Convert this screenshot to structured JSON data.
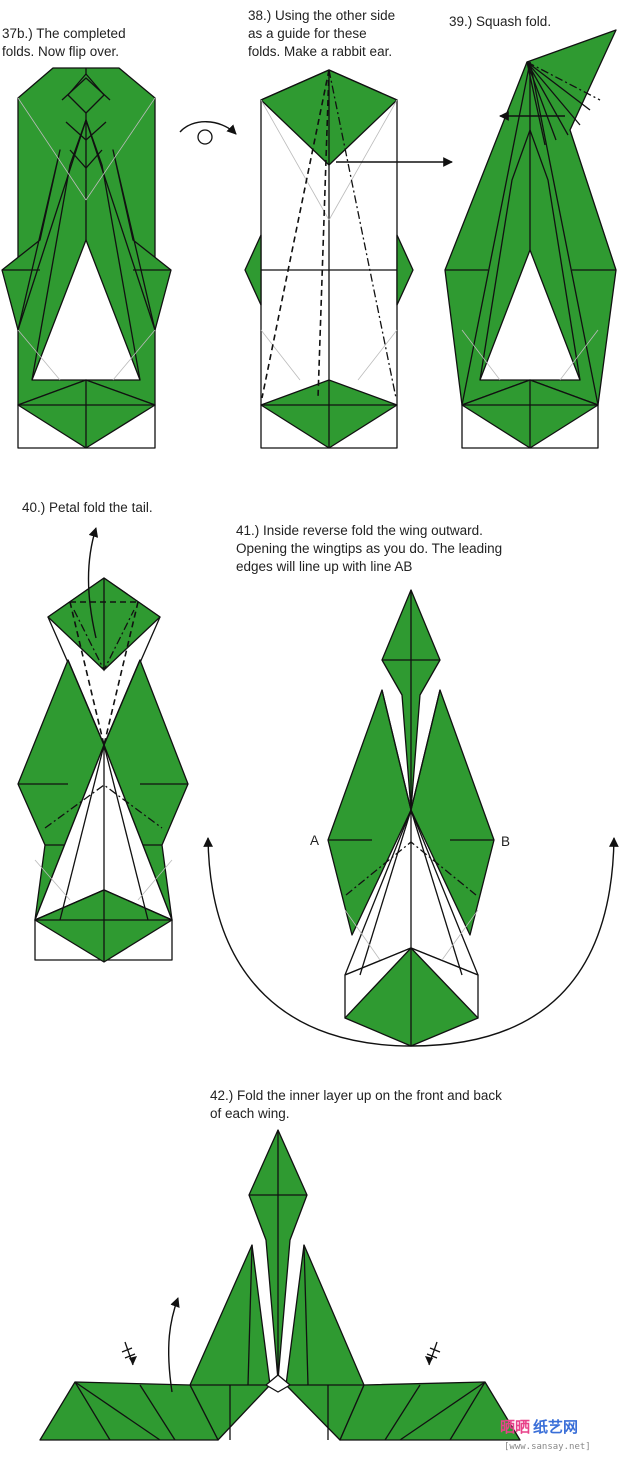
{
  "colors": {
    "paper_green": "#2f9a31",
    "outline": "#111111",
    "watermark_red": "#e8428a",
    "watermark_blue": "#3a6fd8"
  },
  "steps": [
    {
      "id": "37b",
      "caption_lines": [
        "37b.)  The completed",
        "folds.   Now flip over."
      ]
    },
    {
      "id": "38",
      "caption_lines": [
        "38.)  Using the other side",
        "as a guide for these",
        "folds.  Make a rabbit ear."
      ]
    },
    {
      "id": "39",
      "caption_lines": [
        "39.)  Squash fold."
      ]
    },
    {
      "id": "40",
      "caption_lines": [
        "40.)  Petal fold the tail."
      ]
    },
    {
      "id": "41",
      "caption_lines": [
        "41.)  Inside reverse fold the wing outward.",
        "Opening the wingtips as you do.  The leading",
        "edges will line up with line AB"
      ]
    },
    {
      "id": "42",
      "caption_lines": [
        "42.)  Fold the inner layer up on the front and back",
        "of each wing."
      ]
    }
  ],
  "point_labels": {
    "a": "A",
    "b": "B"
  },
  "watermark": {
    "brand_red": "晒晒",
    "brand_blue": "纸艺网",
    "url": "[www.sansay.net]"
  }
}
